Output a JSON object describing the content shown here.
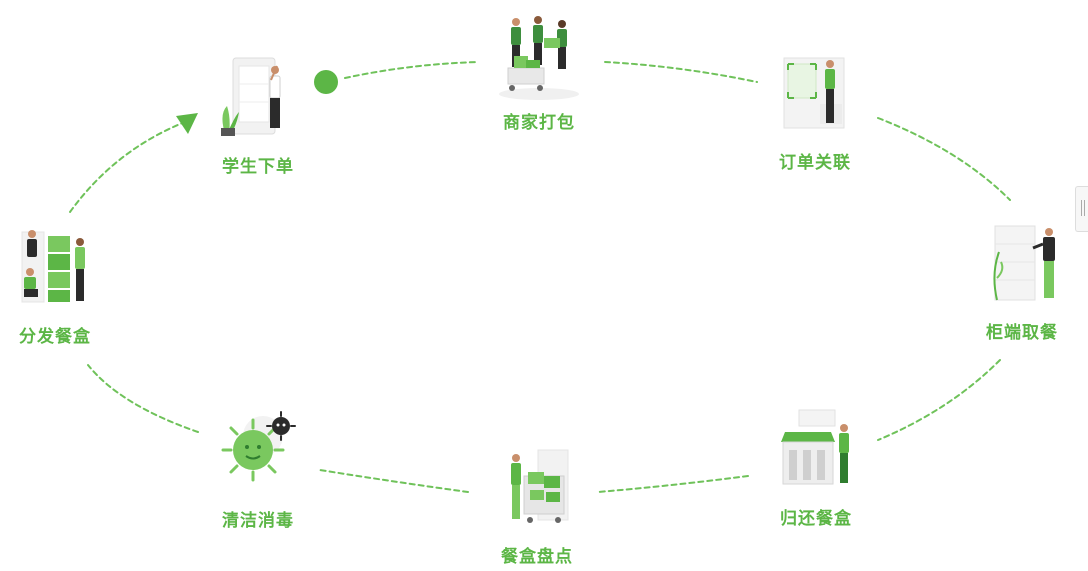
{
  "theme": {
    "accent": "#5cb646",
    "accent_dark": "#2f7d2f",
    "figure_dark": "#2b2b2b"
  },
  "diagram": {
    "steps": [
      {
        "key": "student-order",
        "label": "学生下单",
        "icon": "phone-order-icon"
      },
      {
        "key": "merchant-pack",
        "label": "商家打包",
        "icon": "packing-team-icon"
      },
      {
        "key": "order-link",
        "label": "订单关联",
        "icon": "order-scan-icon"
      },
      {
        "key": "cabinet-pickup",
        "label": "柜端取餐",
        "icon": "cabinet-pickup-icon"
      },
      {
        "key": "return-box",
        "label": "归还餐盒",
        "icon": "return-station-icon"
      },
      {
        "key": "box-inventory",
        "label": "餐盒盘点",
        "icon": "inventory-cart-icon"
      },
      {
        "key": "clean-disinfect",
        "label": "清洁消毒",
        "icon": "virus-icon"
      },
      {
        "key": "distribute-box",
        "label": "分发餐盒",
        "icon": "distribute-boxes-icon"
      }
    ]
  }
}
